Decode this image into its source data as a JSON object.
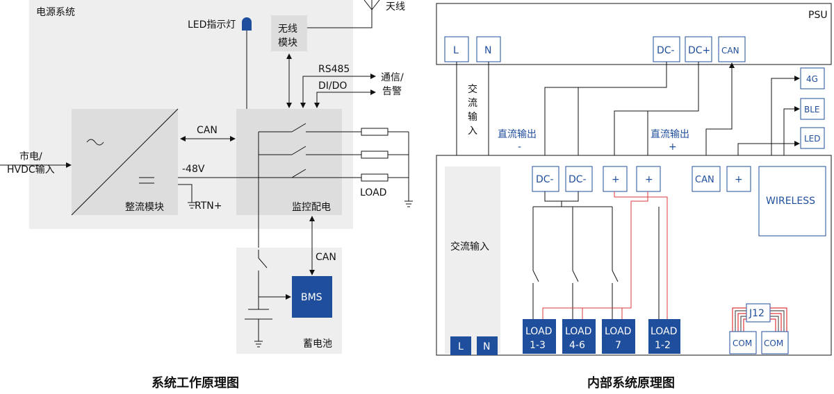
{
  "left": {
    "power_system": "电源系统",
    "led": "LED指示灯",
    "wireless_module": [
      "无线",
      "模块"
    ],
    "antenna": "天线",
    "rs485": "RS485",
    "dido": "DI/DO",
    "comm_alarm": [
      "通信/",
      "告警"
    ],
    "mains_input": [
      "市电/",
      "HVDC输入"
    ],
    "can": "CAN",
    "v48": "-48V",
    "rtn": "RTN+",
    "rectifier": "整流模块",
    "monitor": "监控配电",
    "load": "LOAD",
    "can2": "CAN",
    "bms": "BMS",
    "battery": "蓄电池",
    "caption": "系统工作原理图"
  },
  "right": {
    "psu": "PSU",
    "L": "L",
    "N": "N",
    "dc_minus": "DC-",
    "dc_plus": "DC+",
    "can": "CAN",
    "ac_input_v": [
      "交",
      "流",
      "输",
      "入"
    ],
    "dc_out_neg": [
      "直流输出",
      "-"
    ],
    "dc_out_pos": [
      "直流输出",
      "+"
    ],
    "g4": "4G",
    "ble": "BLE",
    "led": "LED",
    "dcm1": "DC-",
    "dcm2": "DC-",
    "plus1": "+",
    "plus2": "+",
    "can_lower": "CAN",
    "plus3": "+",
    "wireless": "WIRELESS",
    "ac_input": "交流输入",
    "L2": "L",
    "N2": "N",
    "loads": [
      [
        "LOAD",
        "1-3"
      ],
      [
        "LOAD",
        "4-6"
      ],
      [
        "LOAD",
        "7"
      ],
      [
        "LOAD",
        "1-2"
      ]
    ],
    "j12": "J12",
    "com1": "COM",
    "com2": "COM",
    "caption": "内部系统原理图"
  },
  "colors": {
    "blue": "#1f4e9c",
    "red": "#d93a3a",
    "gray": "#eeeeee"
  }
}
